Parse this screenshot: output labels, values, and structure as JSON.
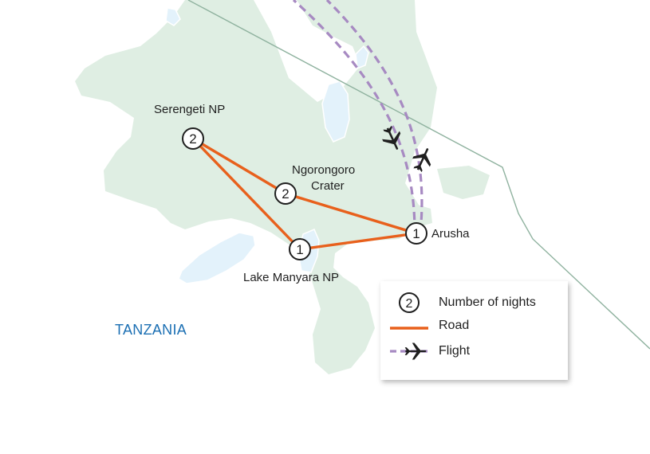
{
  "colors": {
    "land": "#dfeee3",
    "water": "#e3f2fb",
    "water_edge": "#ffffff",
    "road": "#e8601c",
    "flight": "#a78ac2",
    "border": "#8fb29f",
    "country_label": "#1b6fb3"
  },
  "country": {
    "name": "TANZANIA"
  },
  "places": [
    {
      "id": "serengeti",
      "name": "Serengeti NP",
      "nights": "2"
    },
    {
      "id": "ngorongoro",
      "name_line1": "Ngorongoro",
      "name_line2": "Crater",
      "nights": "2"
    },
    {
      "id": "manyara",
      "name": "Lake Manyara NP",
      "nights": "1"
    },
    {
      "id": "arusha",
      "name": "Arusha",
      "nights": "1"
    }
  ],
  "routes": {
    "road": [
      [
        "serengeti",
        "ngorongoro"
      ],
      [
        "ngorongoro",
        "arusha"
      ],
      [
        "serengeti",
        "manyara"
      ],
      [
        "manyara",
        "arusha"
      ]
    ],
    "flight_icons": [
      "airplane-icon",
      "airplane-icon"
    ]
  },
  "legend": {
    "nights_symbol": "2",
    "nights_label": "Number of nights",
    "road_label": "Road",
    "flight_label": "Flight",
    "flight_icon": "airplane-icon"
  }
}
